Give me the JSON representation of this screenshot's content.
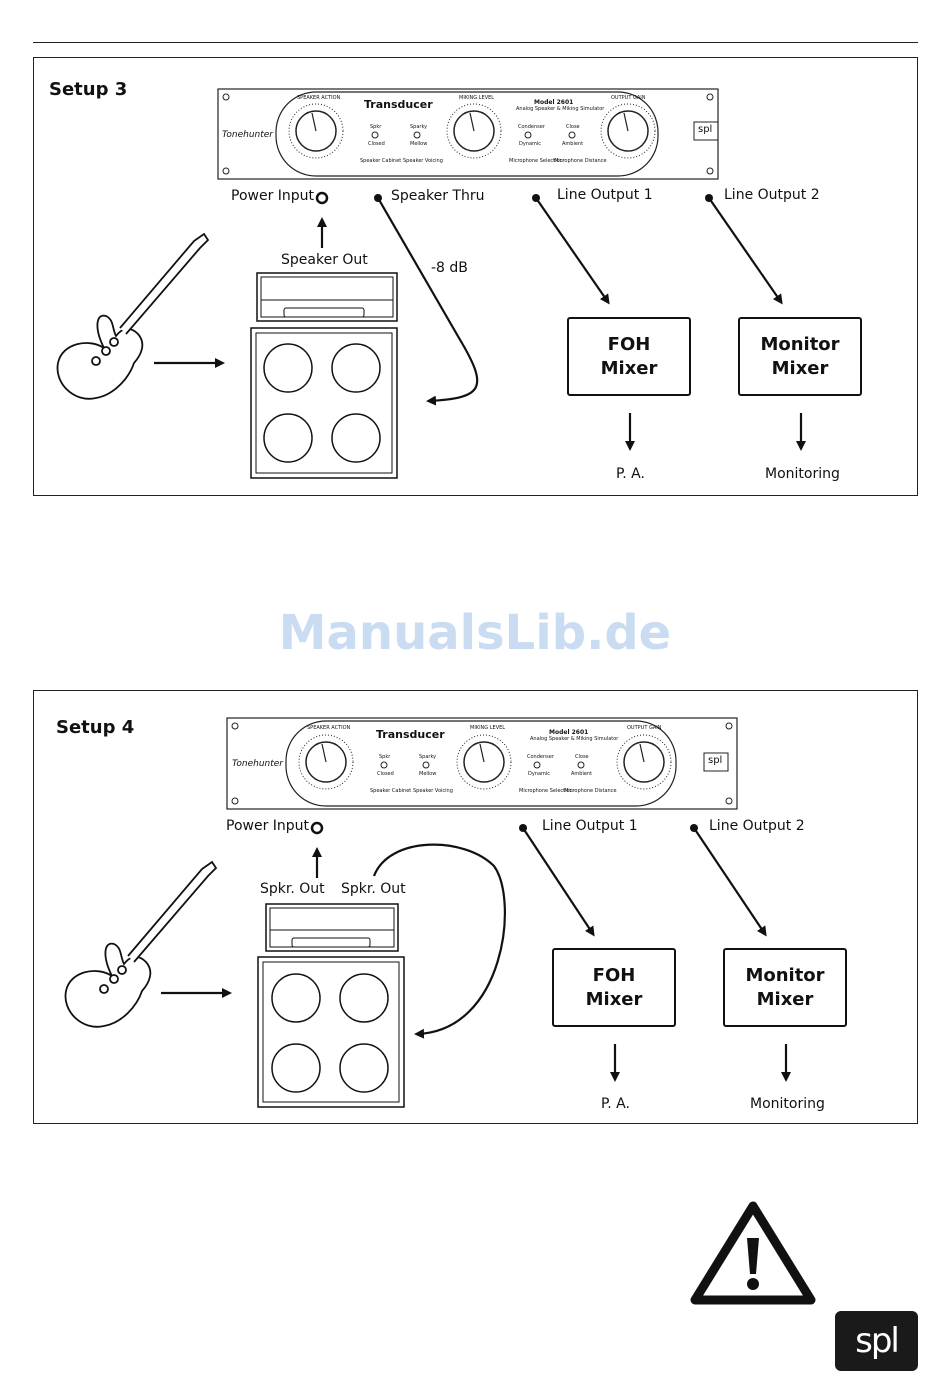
{
  "setup3": {
    "title": "Setup 3",
    "device": {
      "brand_left": "Tonehunter",
      "product": "Transducer",
      "model_line1": "Model 2601",
      "model_line2": "Analog Speaker & Miking Simulator",
      "knob_left": "SPEAKER ACTION",
      "knob_mid": "MIKING LEVEL",
      "knob_right": "OUTPUT GAIN",
      "sw1_top": "Spkr",
      "sw1_bottom": "Closed",
      "sw2_top": "Sparky",
      "sw2_bottom": "Mellow",
      "sw3_top": "Condenser",
      "sw3_bottom": "Dynamic",
      "sw4_top": "Close",
      "sw4_bottom": "Ambient",
      "sel1": "Speaker Cabinet",
      "sel2": "Speaker Voicing",
      "sel3": "Microphone Selection",
      "sel4": "Microphone Distance",
      "brand_right": "spl"
    },
    "labels": {
      "power_input": "Power Input",
      "speaker_thru": "Speaker Thru",
      "line_output_1": "Line Output 1",
      "line_output_2": "Line Output 2",
      "speaker_out": "Speaker Out",
      "attenuation": "-8 dB",
      "pa": "P. A.",
      "monitoring": "Monitoring"
    },
    "foh_line1": "FOH",
    "foh_line2": "Mixer",
    "mon_line1": "Monitor",
    "mon_line2": "Mixer"
  },
  "watermark": "ManualsLib.de",
  "setup4": {
    "title": "Setup 4",
    "labels": {
      "power_input": "Power Input",
      "line_output_1": "Line Output 1",
      "line_output_2": "Line Output 2",
      "spkr_out_a": "Spkr. Out",
      "spkr_out_b": "Spkr. Out",
      "pa": "P. A.",
      "monitoring": "Monitoring"
    },
    "foh_line1": "FOH",
    "foh_line2": "Mixer",
    "mon_line1": "Monitor",
    "mon_line2": "Mixer"
  },
  "footer": {
    "logo": "spl",
    "warning_icon": "warning-triangle-icon"
  }
}
